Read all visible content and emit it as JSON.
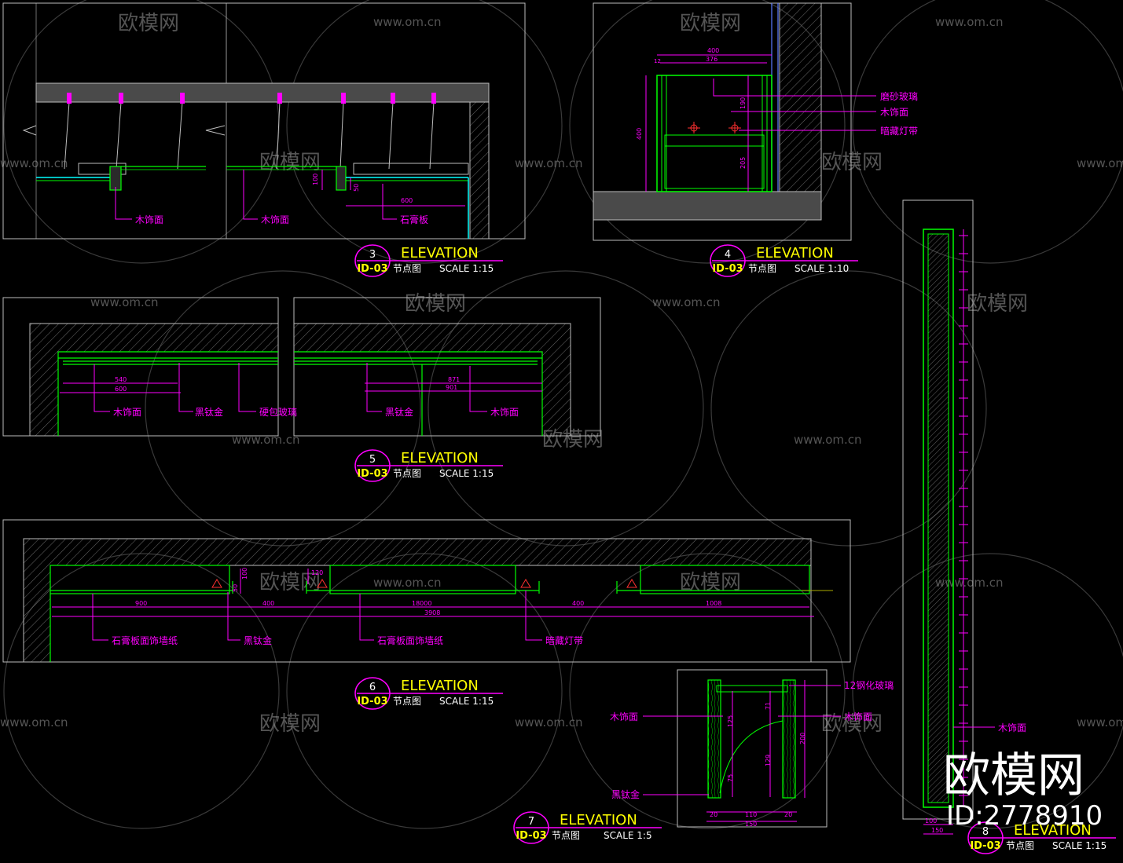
{
  "watermark": {
    "brand": "欧模网",
    "url": "www.om.cn",
    "big_brand": "欧模网",
    "id_label": "ID:2778910",
    "color": "#9a9a9a"
  },
  "colors": {
    "background": "#000000",
    "frame": "#bdbdbd",
    "title_yellow": "#ffff00",
    "label_magenta": "#ff00ff",
    "dim_magenta": "#ff40ff",
    "structure_green": "#00ff00",
    "dark_band": "#4a4a4a",
    "sprinkler_red": "#ff3030",
    "id_white": "#ffffff"
  },
  "details": [
    {
      "num": "3",
      "title": "ELEVATION",
      "sheet": "ID-03",
      "sub": "节点图",
      "scale": "SCALE  1:15",
      "labels": [
        "木饰面",
        "木饰面",
        "石膏板"
      ],
      "dims": [
        "100",
        "50",
        "600"
      ]
    },
    {
      "num": "4",
      "title": "ELEVATION",
      "sheet": "ID-03",
      "sub": "节点图",
      "scale": "SCALE  1:10",
      "labels": [
        "磨砂玻璃",
        "木饰面",
        "暗藏灯带"
      ],
      "dims": [
        "400",
        "376",
        "190",
        "400",
        "205",
        "12"
      ]
    },
    {
      "num": "5",
      "title": "ELEVATION",
      "sheet": "ID-03",
      "sub": "节点图",
      "scale": "SCALE  1:15",
      "labels": [
        "木饰面",
        "黑钛金",
        "硬包玻璃",
        "黑钛金",
        "木饰面"
      ],
      "dims": [
        "540",
        "600",
        "871",
        "901"
      ]
    },
    {
      "num": "6",
      "title": "ELEVATION",
      "sheet": "ID-03",
      "sub": "节点图",
      "scale": "SCALE  1:15",
      "labels": [
        "石膏板面饰墙纸",
        "黑钛金",
        "石膏板面饰墙纸",
        "暗藏灯带"
      ],
      "dims": [
        "900",
        "400",
        "18000",
        "400",
        "1008",
        "3908",
        "120",
        "100",
        "50"
      ]
    },
    {
      "num": "7",
      "title": "ELEVATION",
      "sheet": "ID-03",
      "sub": "节点图",
      "scale": "SCALE  1:5",
      "labels": [
        "12钢化玻璃",
        "木饰面",
        "木饰面",
        "黑钛金"
      ],
      "dims": [
        "20",
        "110",
        "20",
        "150",
        "125",
        "75",
        "129",
        "200",
        "71"
      ]
    },
    {
      "num": "8",
      "title": "ELEVATION",
      "sheet": "ID-03",
      "sub": "节点图",
      "scale": "SCALE  1:15",
      "labels": [
        "木饰面"
      ],
      "dims": [
        "150",
        "100"
      ]
    }
  ]
}
